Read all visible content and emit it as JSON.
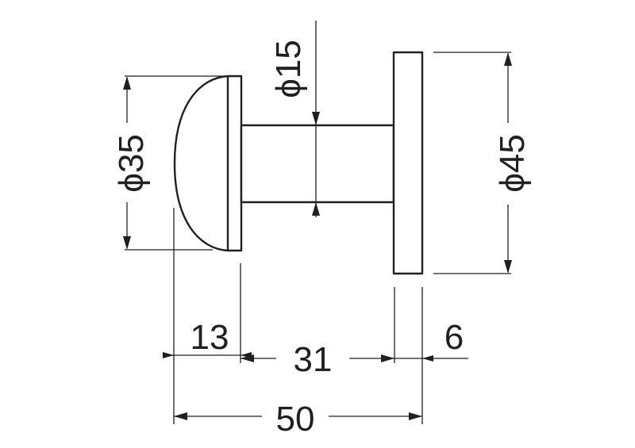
{
  "drawing": {
    "dimensions": {
      "knob_diameter": "ϕ35",
      "neck_diameter": "ϕ15",
      "rose_diameter": "ϕ45",
      "knob_length": "13",
      "neck_length": "31",
      "rose_thickness": "6",
      "overall_length": "50"
    }
  }
}
